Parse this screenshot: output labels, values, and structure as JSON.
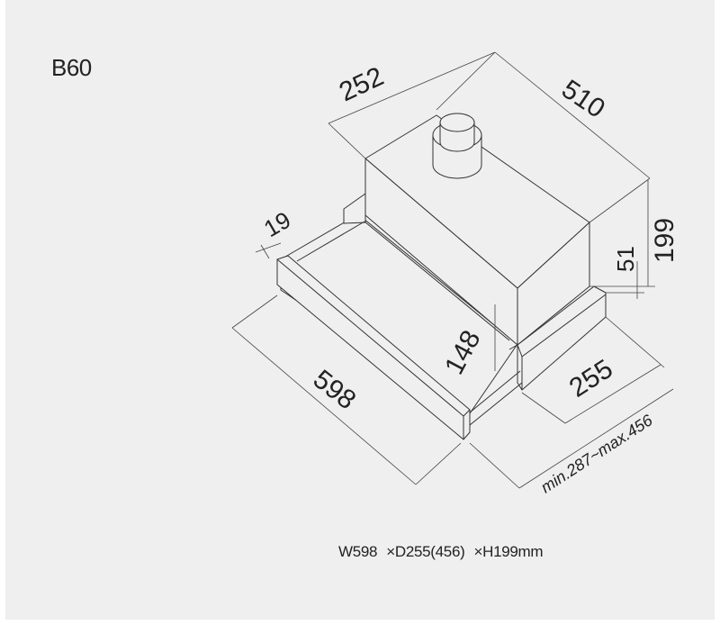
{
  "model": "B60",
  "dimensions": {
    "width_top": "252",
    "depth_top": "510",
    "height_total": "199",
    "height_front": "51",
    "panel_thickness": "19",
    "front_width": "598",
    "inner_height": "148",
    "depth_body": "255",
    "extension_range": "min.287~max.456"
  },
  "caption": {
    "width": "W598",
    "depth": "×D255(456)",
    "height": "×H199mm"
  }
}
